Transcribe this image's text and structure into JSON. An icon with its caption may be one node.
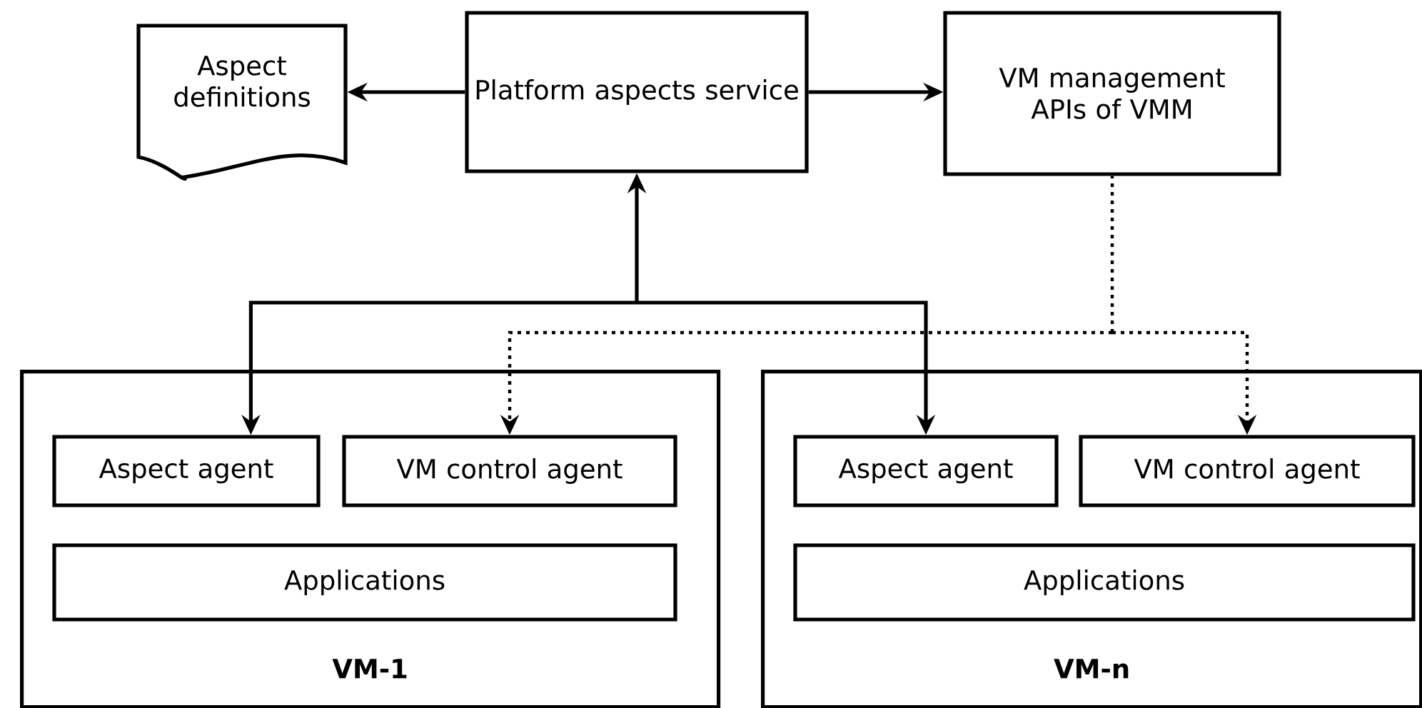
{
  "diagram": {
    "nodes": [
      {
        "text": [
          "Aspect definitions"
        ]
      },
      {
        "text": [
          "Platform aspects service"
        ]
      },
      {
        "text": [
          "VM management APIs of VMM"
        ]
      },
      {
        "text": [
          "VM-1"
        ]
      },
      {
        "text": [
          "Aspect agent"
        ],
        "in": 3
      },
      {
        "text": [
          "VM control agent"
        ],
        "in": 3
      },
      {
        "text": [
          "Applications"
        ],
        "in": 3
      },
      {
        "text": [
          "VM-n"
        ]
      },
      {
        "text": [
          "Aspect agent"
        ],
        "in": 7
      },
      {
        "text": [
          "VM control agent"
        ],
        "in": 7
      },
      {
        "text": [
          "Applications"
        ],
        "in": 7
      }
    ],
    "edges": [
      {
        "from": 1,
        "to": 0,
        "arrow": "to"
      },
      {
        "from": 1,
        "to": 2,
        "arrow": "to"
      },
      {
        "from": 4,
        "to": 1,
        "arrow": "both"
      },
      {
        "from": 8,
        "to": 1,
        "arrow": "both"
      },
      {
        "from": 2,
        "to": 5,
        "arrow": "to",
        "style": "dashed"
      },
      {
        "from": 2,
        "to": 9,
        "arrow": "to",
        "style": "dashed"
      }
    ]
  }
}
